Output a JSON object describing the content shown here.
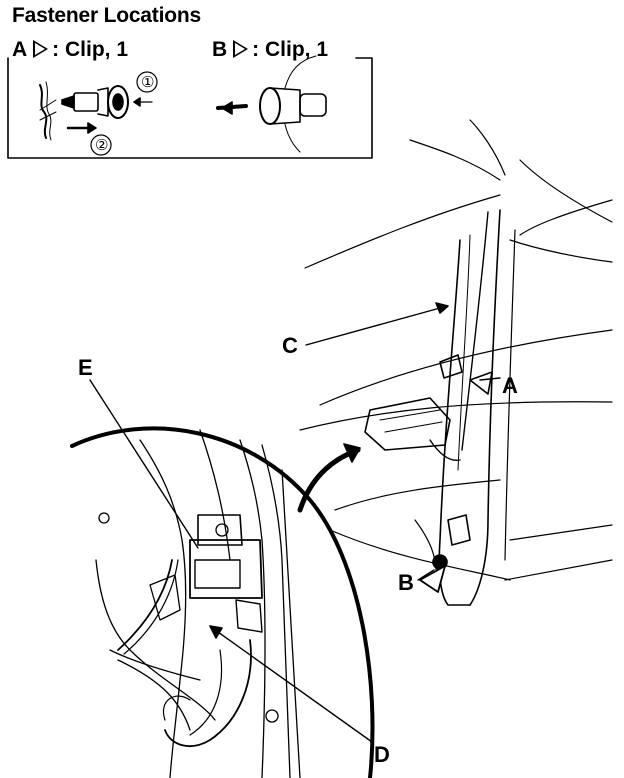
{
  "title": "Fastener Locations",
  "legend": {
    "a": {
      "letter": "A",
      "text": ": Clip, 1"
    },
    "b": {
      "letter": "B",
      "text": ": Clip, 1"
    }
  },
  "steps": {
    "one": "①",
    "two": "②"
  },
  "callouts": {
    "a": "A",
    "b": "B",
    "c": "C",
    "d": "D",
    "e": "E"
  }
}
